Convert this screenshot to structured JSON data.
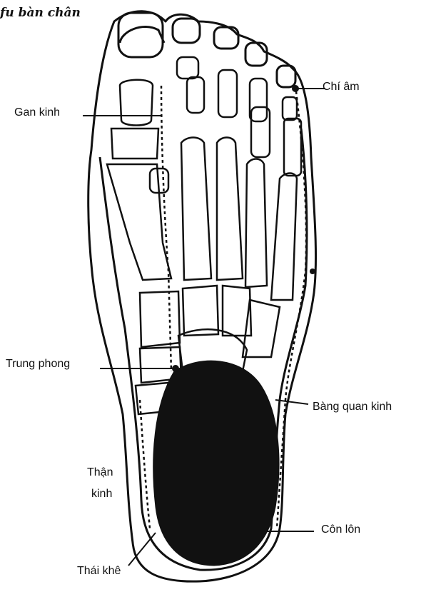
{
  "caption": "fu bàn chân",
  "labels": {
    "chi_am": "Chí âm",
    "gan_kinh": "Gan kinh",
    "trung_phong": "Trung phong",
    "bang_quang_kinh": "Bàng quan kinh",
    "than_kinh_line1": "Thận",
    "than_kinh_line2": "kinh",
    "con_lon": "Côn lôn",
    "thai_khe": "Thái khê"
  },
  "colors": {
    "ink": "#111111",
    "paper": "#ffffff"
  }
}
